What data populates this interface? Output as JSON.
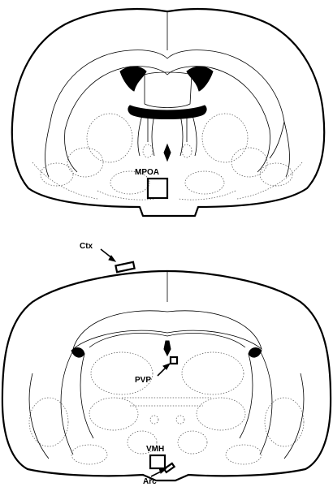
{
  "labels": {
    "mpoa": "MPOA",
    "ctx": "Ctx",
    "pvp": "PVP",
    "vmh": "VMH",
    "arc": "Arc"
  }
}
